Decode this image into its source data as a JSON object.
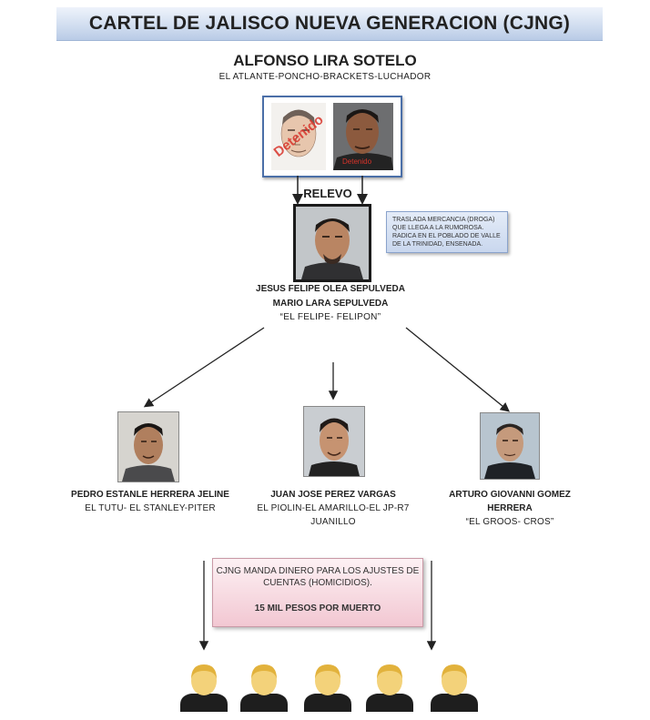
{
  "title": "CARTEL DE JALISCO NUEVA GENERACION  (CJNG)",
  "leader": {
    "name": "ALFONSO LIRA SOTELO",
    "alias": "EL ATLANTE-PONCHO-BRACKETS-LUCHADOR",
    "stamp_left": "Detenido",
    "stamp_right": "Detenido"
  },
  "relevo_label": "RELEVO",
  "successor": {
    "name_line1": "JESUS FELIPE OLEA SEPULVEDA",
    "name_line2": "MARIO LARA SEPULVEDA",
    "alias": "“EL FELIPE- FELIPON”",
    "note": "TRASLADA MERCANCIA (DROGA) QUE LLEGA A LA RUMOROSA. RADICA EN EL POBLADO DE VALLE DE LA TRINIDAD, ENSENADA."
  },
  "subordinates": [
    {
      "name": "PEDRO ESTANLE HERRERA JELINE",
      "alias_line1": "EL TUTU- EL STANLEY-PITER",
      "alias_line2": ""
    },
    {
      "name": "JUAN JOSE PEREZ VARGAS",
      "alias_line1": "EL PIOLIN-EL AMARILLO-EL JP-R7",
      "alias_line2": "JUANILLO"
    },
    {
      "name": "ARTURO GIOVANNI GOMEZ",
      "name_line2": "HERRERA",
      "alias_line1": "“EL GROOS- CROS”"
    }
  ],
  "payment": {
    "line1": "CJNG  MANDA DINERO PARA LOS AJUSTES DE",
    "line2": "CUENTAS (HOMICIDIOS).",
    "amount": "15 MIL PESOS POR MUERTO"
  },
  "colors": {
    "title_bar": "#cfdcef",
    "frame_blue": "#4b6fa8",
    "note_bg": "#c9d7ee",
    "money_bg": "#f2c7d2",
    "stamp_red": "#d8332a",
    "avatar_hair": "#e2b23c",
    "avatar_body": "#1e1e1e"
  },
  "icons": [
    "person-avatar-icon"
  ]
}
